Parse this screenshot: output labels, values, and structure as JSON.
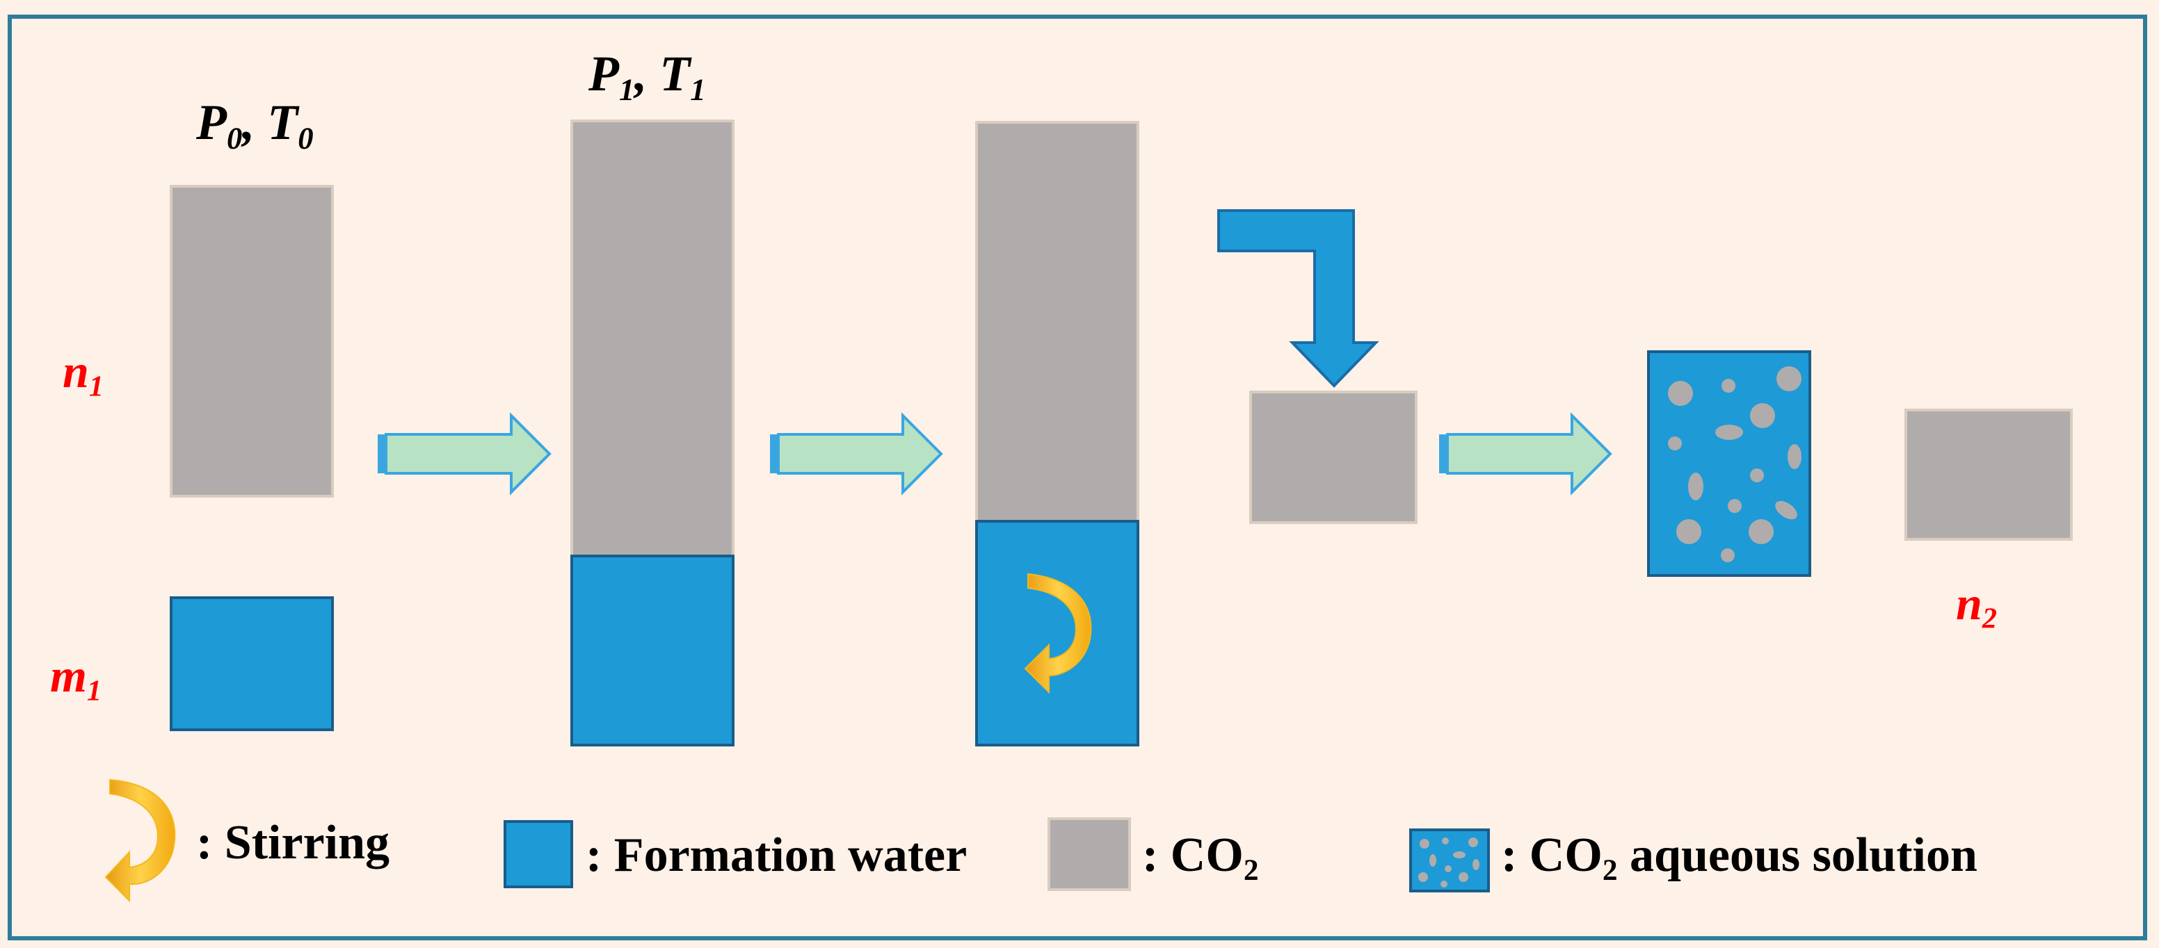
{
  "labels": {
    "state0": {
      "p": "P",
      "p_sub": "0",
      "sep": ", ",
      "t": "T",
      "t_sub": "0"
    },
    "state1": {
      "p": "P",
      "p_sub": "1",
      "sep": ", ",
      "t": "T",
      "t_sub": "1"
    },
    "n1": {
      "base": "n",
      "sub": "1"
    },
    "m1": {
      "base": "m",
      "sub": "1"
    },
    "n2": {
      "base": "n",
      "sub": "2"
    }
  },
  "legend": {
    "stirring": ": Stirring",
    "formation_water": ": Formation water",
    "co2_prefix": ": CO",
    "co2_sub": "2",
    "solution_prefix": ": CO",
    "solution_sub": "2",
    "solution_suffix": " aqueous solution"
  },
  "colors": {
    "background": "#fdf1e8",
    "border": "#2e7d9a",
    "co2_gray": "#b0acab",
    "water_blue": "#1e9ad6",
    "arrow_fill": "#b8e2c4",
    "arrow_edge": "#3aa6e0",
    "stir_yellow": "#f5b81c",
    "amount_red": "#ff0000"
  },
  "icons": [
    "process-arrow-icon",
    "inject-arrow-icon",
    "stirring-icon"
  ]
}
